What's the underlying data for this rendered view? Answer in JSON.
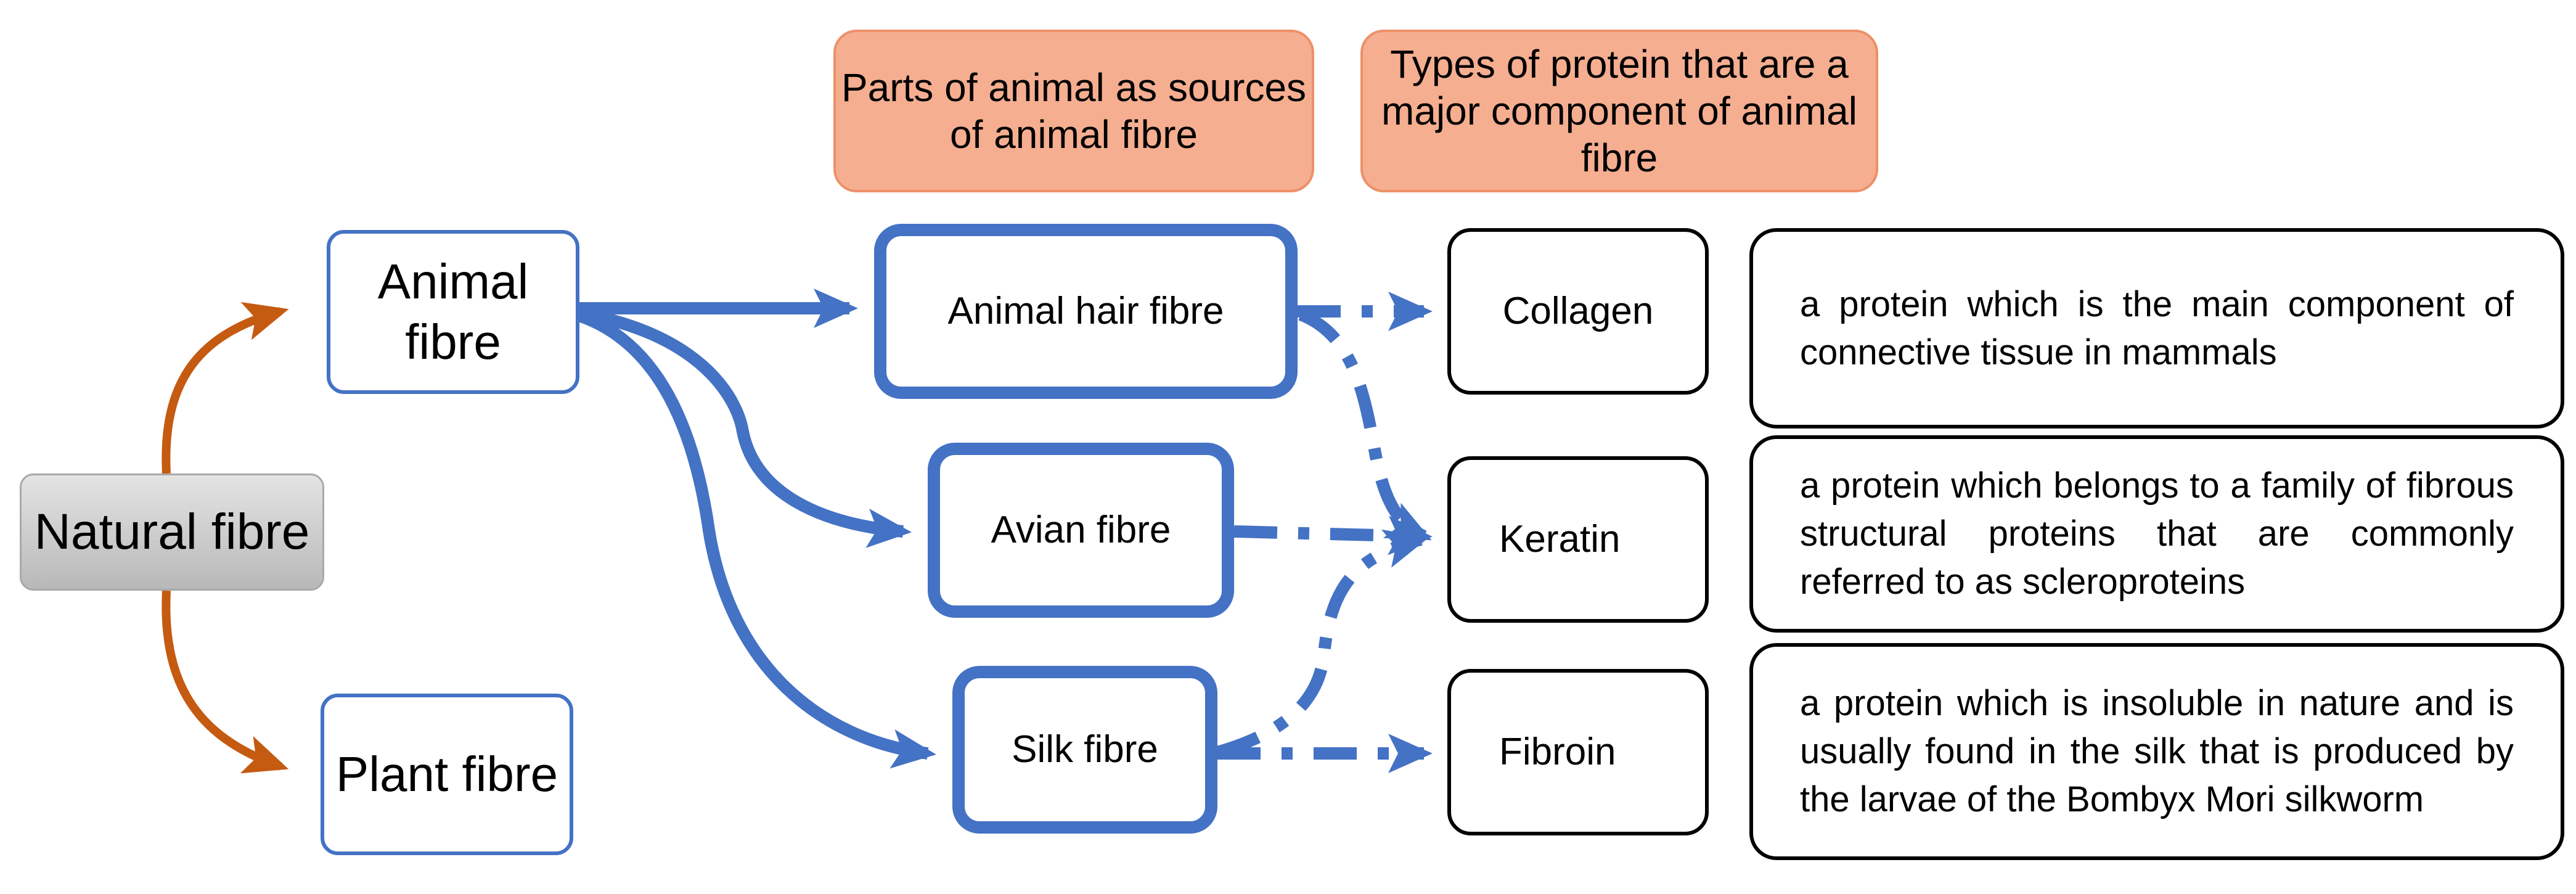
{
  "colors": {
    "orange_arrow": "#c55a11",
    "blue": "#4472c4",
    "header_fill": "#f5ae90",
    "header_border": "#ed9068",
    "root_fill": "#c9c9c9"
  },
  "nodes": {
    "natural_fibre": "Natural fibre",
    "animal_fibre": "Animal fibre",
    "plant_fibre": "Plant fibre",
    "animal_hair_fibre": "Animal hair fibre",
    "avian_fibre": "Avian fibre",
    "silk_fibre": "Silk fibre",
    "collagen": "Collagen",
    "keratin": "Keratin",
    "fibroin": "Fibroin"
  },
  "headers": {
    "parts": "Parts of animal as sources of animal fibre",
    "proteins": "Types of protein that are a major component of animal fibre"
  },
  "descriptions": {
    "collagen": "a protein which is the main component of connective tissue in mammals",
    "keratin": "a protein which belongs to a family of fibrous structural proteins that are commonly referred to as scleroproteins",
    "fibroin": "a protein which is insoluble in nature and is usually found in the silk that is produced by the larvae of the Bombyx Mori silkworm"
  },
  "edges": [
    {
      "from": "natural_fibre",
      "to": "animal_fibre",
      "style": "solid",
      "color": "orange"
    },
    {
      "from": "natural_fibre",
      "to": "plant_fibre",
      "style": "solid",
      "color": "orange"
    },
    {
      "from": "animal_fibre",
      "to": "animal_hair_fibre",
      "style": "solid",
      "color": "blue"
    },
    {
      "from": "animal_fibre",
      "to": "avian_fibre",
      "style": "solid",
      "color": "blue"
    },
    {
      "from": "animal_fibre",
      "to": "silk_fibre",
      "style": "solid",
      "color": "blue"
    },
    {
      "from": "animal_hair_fibre",
      "to": "collagen",
      "style": "dash-dot",
      "color": "blue"
    },
    {
      "from": "animal_hair_fibre",
      "to": "keratin",
      "style": "dash-dot",
      "color": "blue"
    },
    {
      "from": "avian_fibre",
      "to": "keratin",
      "style": "dash-dot",
      "color": "blue"
    },
    {
      "from": "silk_fibre",
      "to": "keratin",
      "style": "dash-dot",
      "color": "blue"
    },
    {
      "from": "silk_fibre",
      "to": "fibroin",
      "style": "dash-dot",
      "color": "blue"
    }
  ]
}
